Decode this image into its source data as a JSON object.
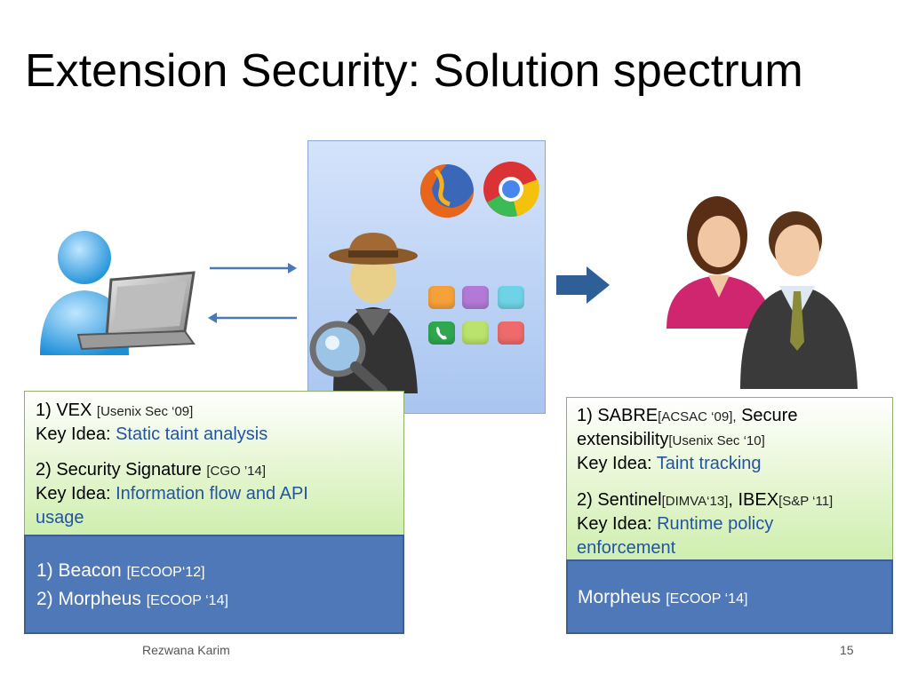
{
  "slide": {
    "title": "Extension Security: Solution spectrum",
    "footer_author": "Rezwana Karim",
    "page_number": "15"
  },
  "left_box": {
    "item1_prefix": "1) VEX ",
    "item1_cite": "[Usenix Sec ‘09]",
    "item1_key_label": "Key Idea: ",
    "item1_key_value": "Static taint analysis",
    "item2_prefix": "2) Security Signature ",
    "item2_cite": "[CGO ’14]",
    "item2_key_label": "Key Idea: ",
    "item2_key_value_line1": "Information flow and API",
    "item2_key_value_line2": "usage"
  },
  "left_blue": {
    "item1_prefix": "1) Beacon ",
    "item1_cite": "[ECOOP‘12]",
    "item2_prefix": "2) Morpheus ",
    "item2_cite": "[ECOOP ‘14]"
  },
  "right_box": {
    "item1_prefix": "1) SABRE",
    "item1_cite": "[ACSAC ‘09],",
    "item1_mid": " Secure",
    "item1_line2": "extensibility",
    "item1_cite2": "[Usenix Sec ‘10]",
    "item1_key_label": "Key Idea: ",
    "item1_key_value": "Taint tracking",
    "item2_prefix": "2) Sentinel",
    "item2_cite": "[DIMVA‘13]",
    "item2_sep": ", IBEX",
    "item2_cite2": "[S&P ‘11]",
    "item2_key_label": "Key Idea: ",
    "item2_key_value_line1": "Runtime policy",
    "item2_key_value_line2": "enforcement"
  },
  "right_blue": {
    "item1_prefix": "Morpheus ",
    "item1_cite": "[ECOOP ‘14]"
  },
  "colors": {
    "key_idea": "#2254a3",
    "blue_box": "#4f78b8",
    "green_box": "#cfeeae",
    "arrow": "#4a79b4",
    "big_arrow": "#2f5f97"
  },
  "icons": [
    "user-laptop-icon",
    "firefox-icon",
    "chrome-icon",
    "spy-magnifier-icon",
    "app-tiles-icon",
    "phone-icon",
    "developers-icon"
  ]
}
